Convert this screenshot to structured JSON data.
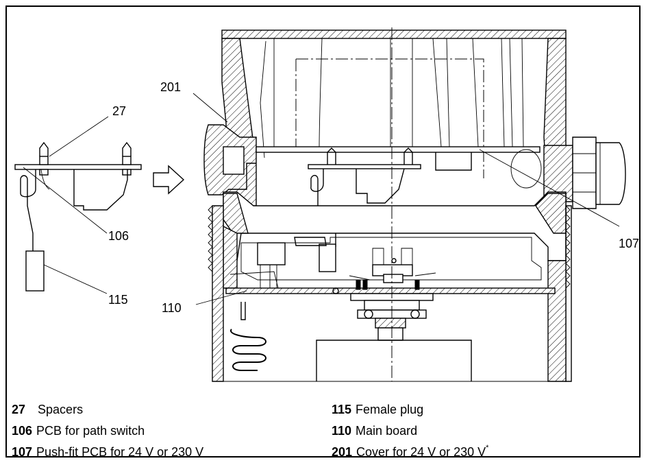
{
  "callouts": {
    "c27": "27",
    "c201": "201",
    "c106": "106",
    "c115": "115",
    "c110": "110",
    "c107": "107"
  },
  "legend": [
    {
      "num": "27",
      "text": "Spacers"
    },
    {
      "num": "106",
      "text": "PCB for path switch"
    },
    {
      "num": "107",
      "text": "Push-fit PCB for 24 V or 230 V"
    },
    {
      "num": "115",
      "text": "Female plug"
    },
    {
      "num": "110",
      "text": "Main board"
    },
    {
      "num": "201",
      "text": "Cover for 24 V or 230 V",
      "mark": "*"
    }
  ]
}
